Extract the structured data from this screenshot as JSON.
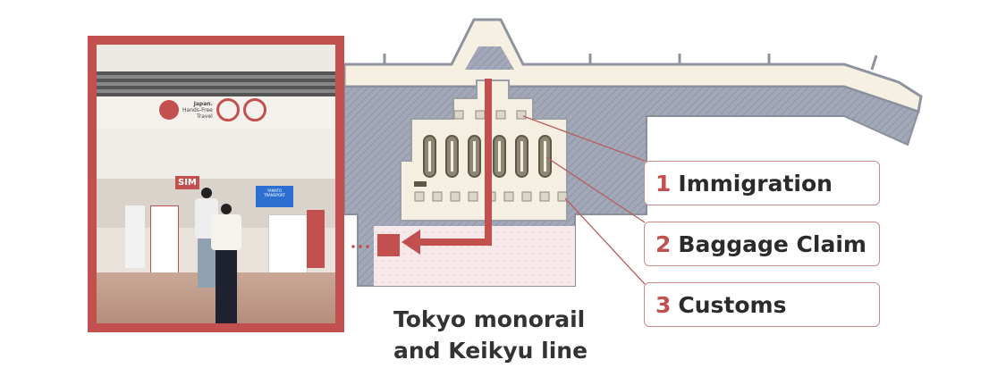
{
  "photo": {
    "description_alt": "",
    "sign_text": [
      "Japan.",
      "Hands-Free",
      "Travel"
    ],
    "sim_sign": "SIM",
    "screen_text": [
      "YAMATO",
      "TRANSPORT"
    ]
  },
  "labels": [
    {
      "number": "1",
      "text": "Immigration"
    },
    {
      "number": "2",
      "text": "Baggage Claim"
    },
    {
      "number": "3",
      "text": "Customs"
    }
  ],
  "caption": {
    "line1": "Tokyo monorail",
    "line2": "and Keikyu line"
  },
  "colors": {
    "accent": "#c1504f",
    "wall": "#9ea3b3",
    "floor": "#f5efe2",
    "text": "#2b2b2b"
  }
}
